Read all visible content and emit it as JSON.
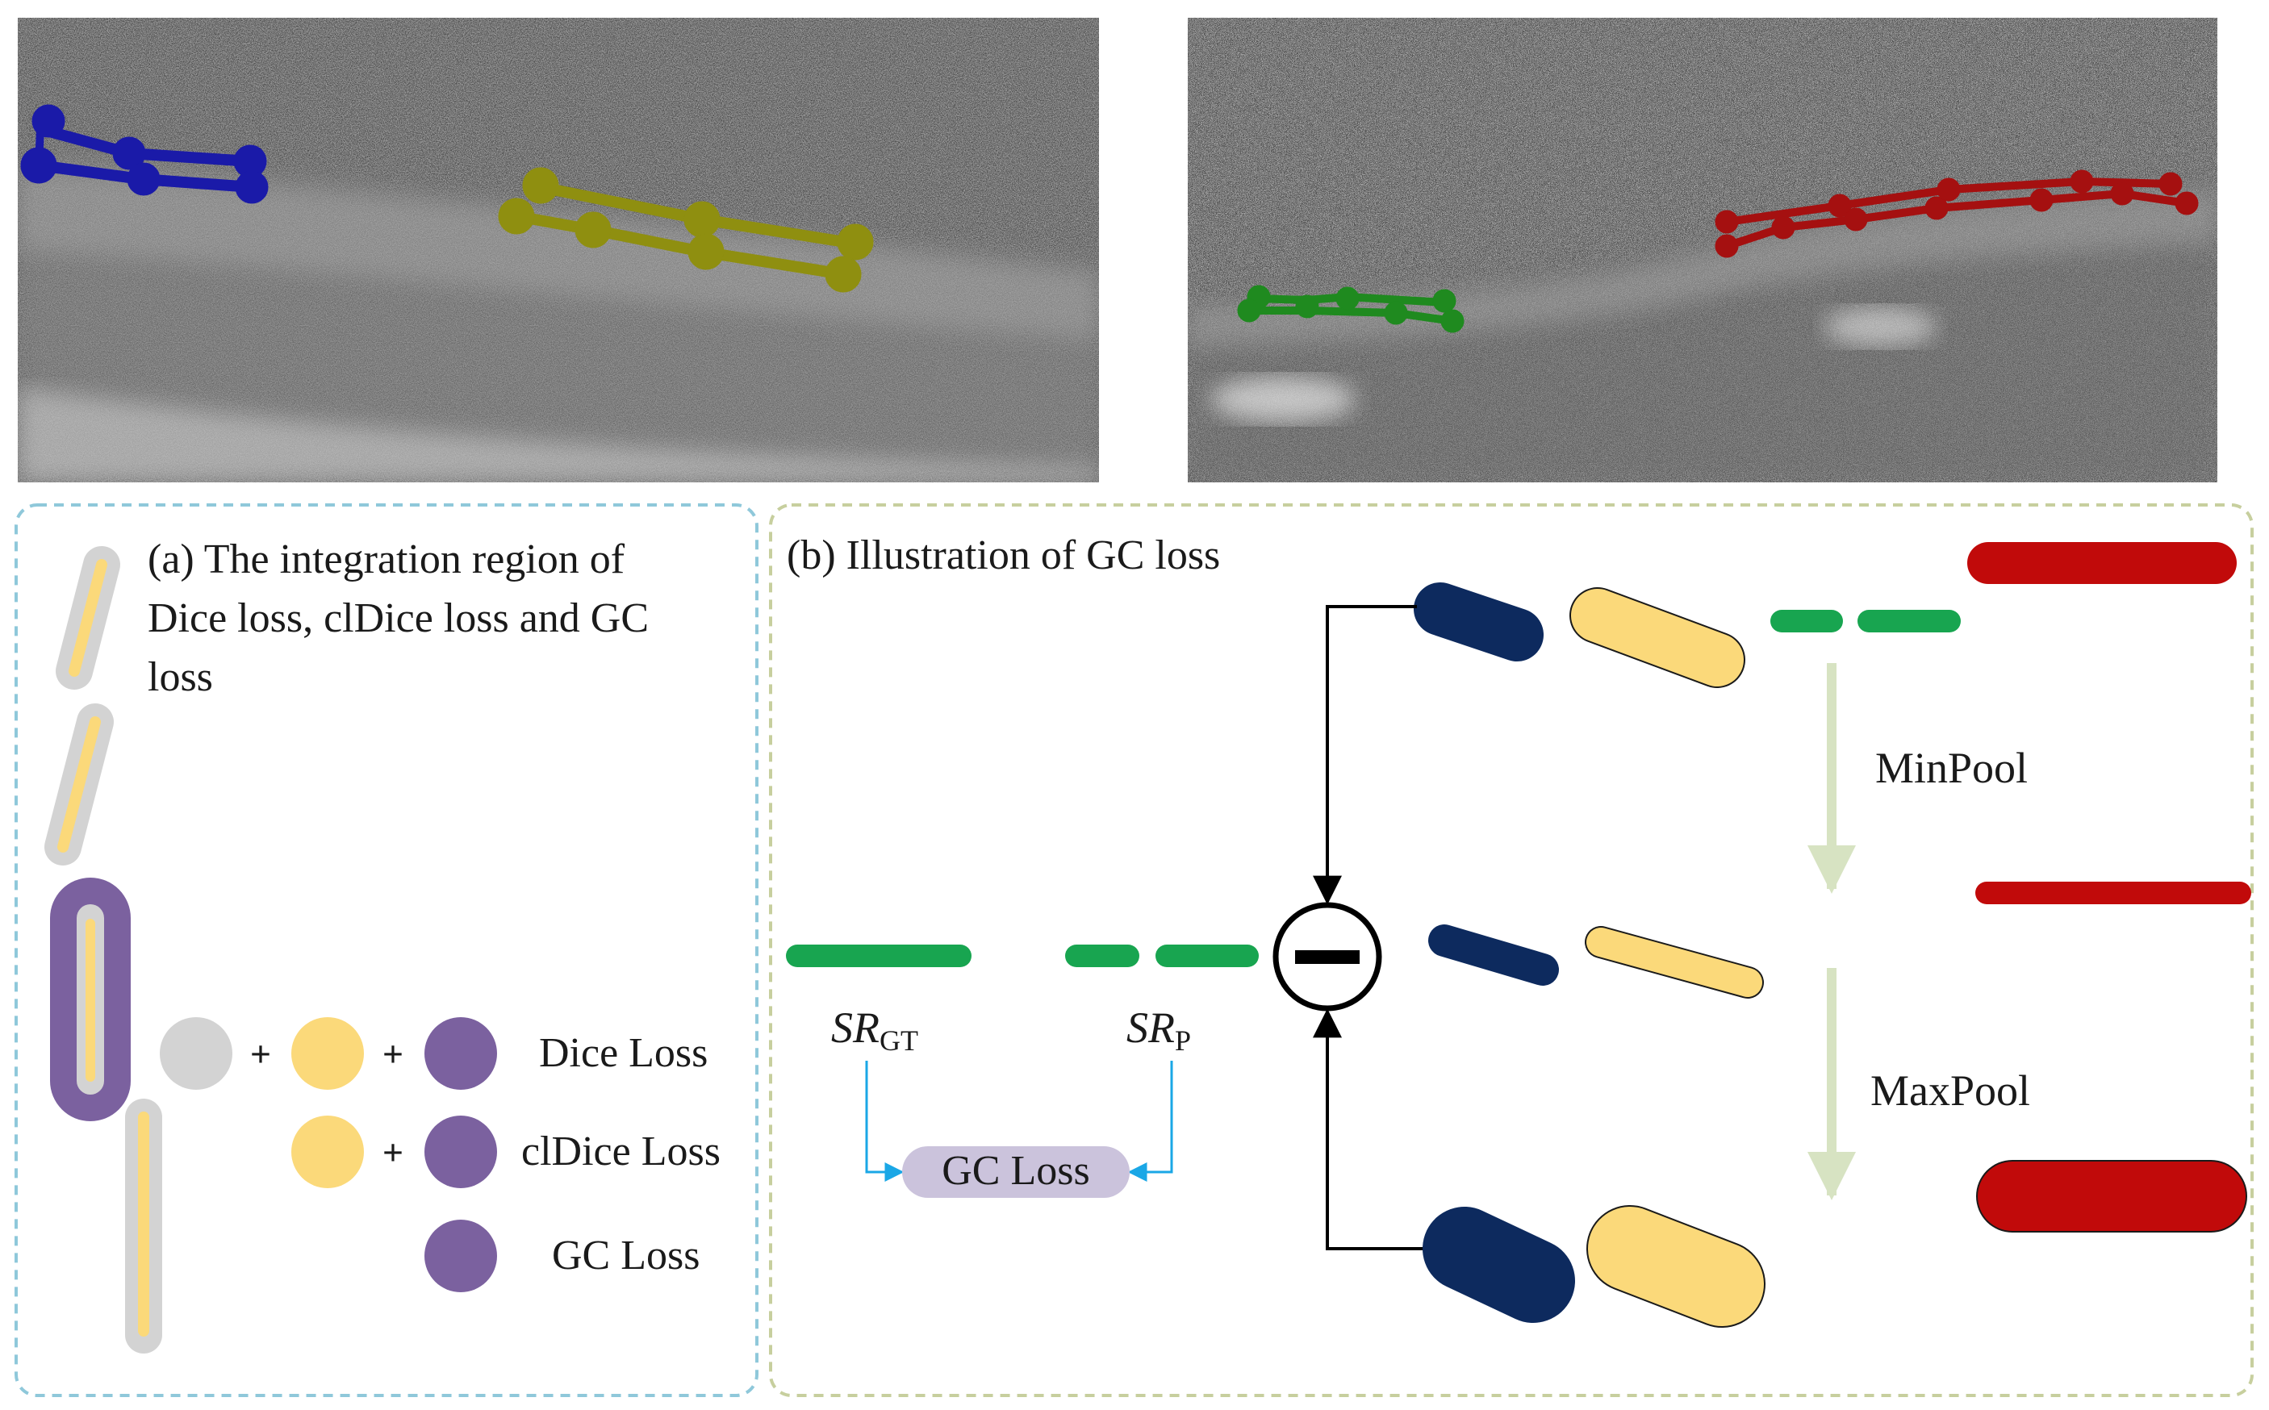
{
  "panel_a": {
    "title_line1": "(a)  The integration region of",
    "title_line2": "Dice loss, clDice loss and GC",
    "title_line3": "loss",
    "plus_symbol": "+",
    "legend": {
      "dice_label": "Dice Loss",
      "cldice_label": "clDice Loss",
      "gc_label": "GC Loss"
    }
  },
  "panel_b": {
    "title": "(b) Illustration of GC loss",
    "sr_gt_main": "SR",
    "sr_gt_sub": "GT",
    "sr_p_main": "SR",
    "sr_p_sub": "P",
    "gc_loss_label": "GC Loss",
    "minpool_label": "MinPool",
    "maxpool_label": "MaxPool"
  },
  "colors": {
    "navy": "#0d2a5e",
    "yellow": "#fbd97a",
    "green": "#18a550",
    "red": "#c10a0a",
    "purple": "#7b619f",
    "gray": "#d3d3d3",
    "annotation_blue": "#1a1aa8",
    "annotation_olive": "#8f8f10",
    "annotation_green": "#1f8a1f",
    "annotation_red": "#a51010",
    "gc_pill": "#cbc3dc",
    "arrow_cyan": "#1aa7e6",
    "arrow_pale": "#d7e3c2",
    "border_a": "#8fc8da",
    "border_b": "#c7cf9e"
  }
}
